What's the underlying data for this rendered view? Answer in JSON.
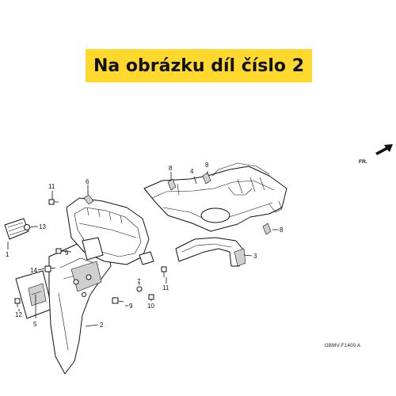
{
  "banner": {
    "text": "Na obrázku díl číslo 2",
    "color": "#fed82d"
  },
  "direction_label": "FR.",
  "diagram_code": "GBMV-F1400 A",
  "callouts": [
    "1",
    "2",
    "3",
    "4",
    "5",
    "6",
    "7",
    "8",
    "8",
    "9",
    "9",
    "10",
    "11",
    "11",
    "12",
    "13",
    "14"
  ]
}
